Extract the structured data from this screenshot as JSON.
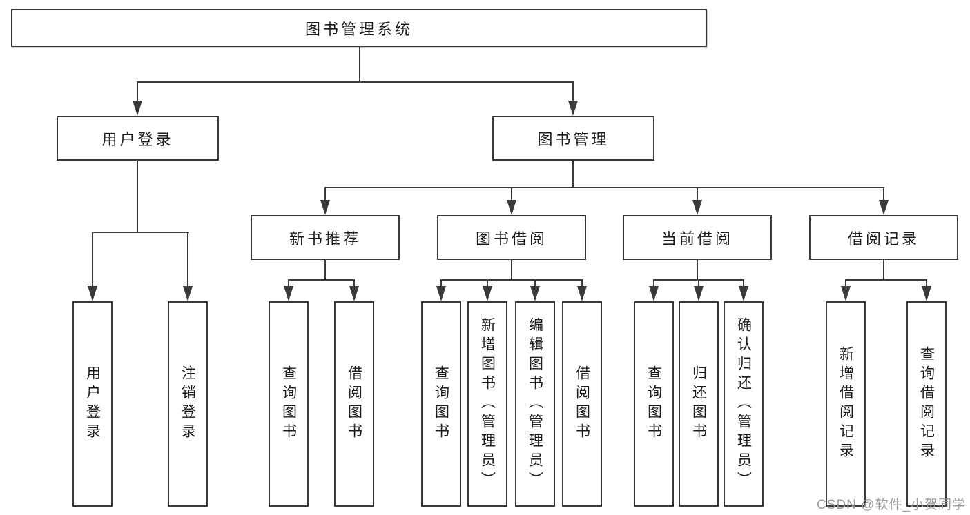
{
  "diagram_type": "functional-structure-tree",
  "tree": {
    "label": "图书管理系统",
    "children": [
      {
        "label": "用户登录",
        "children": [
          {
            "label": "用户登录"
          },
          {
            "label": "注销登录"
          }
        ]
      },
      {
        "label": "图书管理",
        "children": [
          {
            "label": "新书推荐",
            "children": [
              {
                "label": "查询图书"
              },
              {
                "label": "借阅图书"
              }
            ]
          },
          {
            "label": "图书借阅",
            "children": [
              {
                "label": "查询图书"
              },
              {
                "label": "新增图书（管理员）"
              },
              {
                "label": "编辑图书（管理员）"
              },
              {
                "label": "借阅图书"
              }
            ]
          },
          {
            "label": "当前借阅",
            "children": [
              {
                "label": "查询图书"
              },
              {
                "label": "归还图书"
              },
              {
                "label": "确认归还（管理员）"
              }
            ]
          },
          {
            "label": "借阅记录",
            "children": [
              {
                "label": "新增借阅记录"
              },
              {
                "label": "查询借阅记录"
              }
            ]
          }
        ]
      }
    ]
  },
  "watermark": {
    "text": "CSDN @软件_小贺同学"
  },
  "colors": {
    "line": "#3a3a3a",
    "text": "#1d1d1d",
    "watermark": "#9e9e9e",
    "background": "#ffffff"
  }
}
